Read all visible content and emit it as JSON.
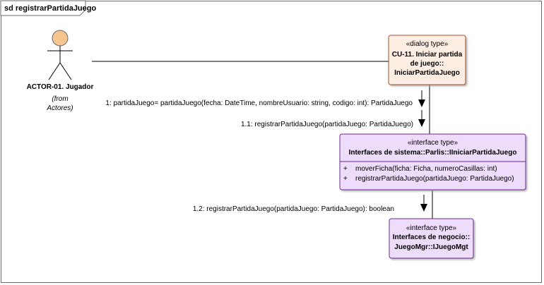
{
  "frame": {
    "label": "sd registrarPartidaJuego"
  },
  "actor": {
    "name": "ACTOR-01. Jugador",
    "from_line1": "(from",
    "from_line2": "Actores)"
  },
  "dialog": {
    "stereotype": "«dialog type»",
    "line1": "CU-11. Iniciar partida",
    "line2": "de juego::",
    "line3": "IniciarPartidaJuego"
  },
  "iface1": {
    "stereotype": "«interface type»",
    "name": "Interfaces de sistema::Parlis::IIniciarPartidaJuego",
    "operations": [
      {
        "visibility": "+",
        "text": "moverFicha(ficha: Ficha, numeroCasillas: int)"
      },
      {
        "visibility": "+",
        "text": "registrarPartidaJuego(partidaJuego: PartidaJuego)"
      }
    ]
  },
  "iface2": {
    "stereotype": "«interface type»",
    "line1": "Interfaces de negocio::",
    "line2": "JuegoMgr::IJuegoMgt"
  },
  "messages": [
    {
      "label": "1:  partidaJuego= partidaJuego(fecha: DateTime, nombreUsuario: string, codigo: int): PartidaJuego"
    },
    {
      "label": "1.1: registrarPartidaJuego(partidaJuego: PartidaJuego)"
    },
    {
      "label": "1.2: registrarPartidaJuego(partidaJuego: PartidaJuego): boolean"
    }
  ],
  "colors": {
    "dialog_fill": "#fdeee4",
    "dialog_border": "#a0522d",
    "interface_fill": "#eddcfa",
    "interface_border": "#6a2c91",
    "actor_head": "#f6c58f",
    "frame_border": "#6d6d6d"
  }
}
